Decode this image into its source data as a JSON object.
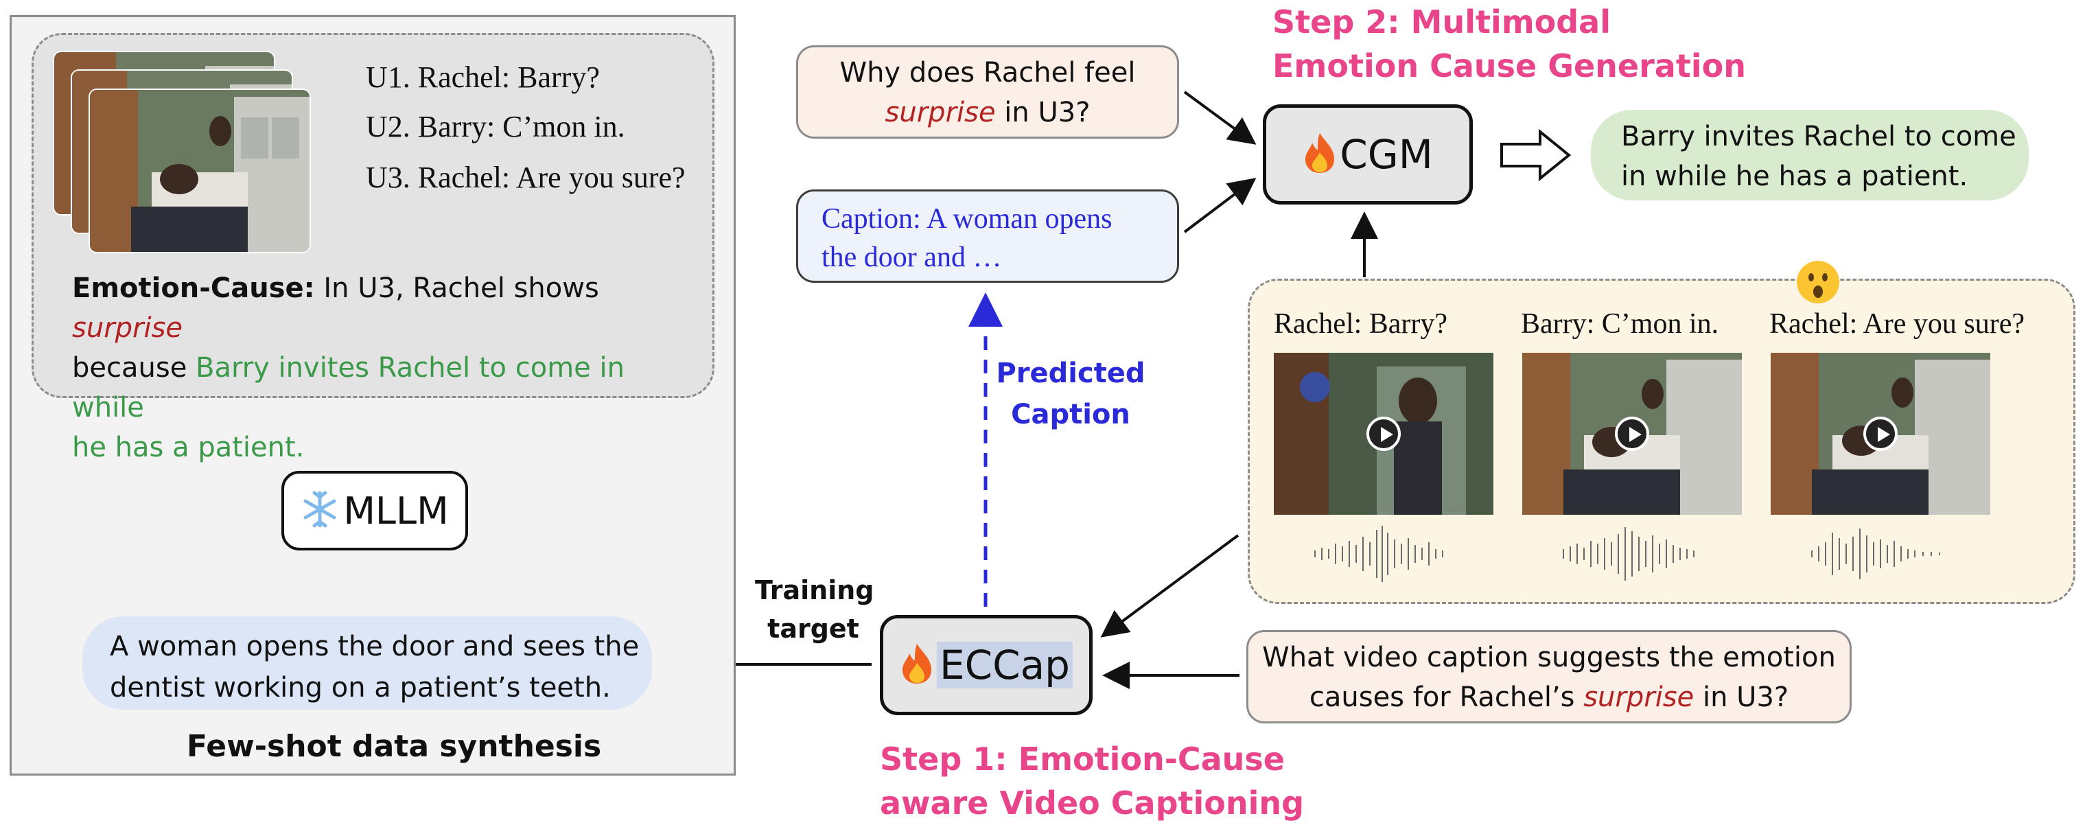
{
  "left_panel": {
    "utterances": [
      "U1. Rachel: Barry?",
      "U2. Barry: C’mon in.",
      "U3. Rachel: Are you sure?"
    ],
    "emotion_cause": {
      "label": "Emotion-Cause:",
      "pre": " In U3, Rachel shows ",
      "emotion": "surprise",
      "line2_start": "because ",
      "cause_line1": "Barry invites Rachel to come in while",
      "cause_line2": "he has a patient."
    },
    "mllm_label": "MLLM",
    "result_line1": "A woman opens the door and sees the",
    "result_line2": "dentist working on a patient’s teeth.",
    "title": "Few-shot data synthesis"
  },
  "question": {
    "line1": "Why does Rachel feel",
    "emotion": "surprise",
    "line2_rest": " in U3?"
  },
  "caption_box": {
    "line1": "Caption: A woman opens",
    "line2": "the door and …"
  },
  "predicted_caption": {
    "line1": "Predicted",
    "line2": "Caption"
  },
  "cgm_label": "CGM",
  "step2": {
    "line1": "Step 2: Multimodal",
    "line2": "Emotion Cause Generation"
  },
  "answer": {
    "line1": "Barry invites Rachel to come",
    "line2": "in while he has a patient."
  },
  "video_panel": {
    "clips": [
      {
        "speaker_line": "Rachel: Barry?"
      },
      {
        "speaker_line": "Barry: C’mon in."
      },
      {
        "speaker_line": "Rachel: Are you sure?"
      }
    ]
  },
  "training_target": {
    "line1": "Training",
    "line2": "target"
  },
  "eccap_label": "ECCap",
  "question2": {
    "line1": "What video caption suggests the emotion",
    "line2_start": "causes for Rachel’s ",
    "emotion": "surprise",
    "line2_end": " in U3?"
  },
  "step1": {
    "line1": "Step 1: Emotion-Cause",
    "line2": "aware Video Captioning"
  },
  "icons": {
    "fire": "fire-icon",
    "snowflake": "snowflake-icon",
    "surprised_face": "surprised-face-icon",
    "play": "play-icon",
    "waveform": "audio-waveform-icon"
  },
  "colors": {
    "emotion_red": "#b22222",
    "cause_green": "#3a9a4a",
    "step_pink": "#e8458b",
    "caption_blue": "#2a2ad8"
  }
}
